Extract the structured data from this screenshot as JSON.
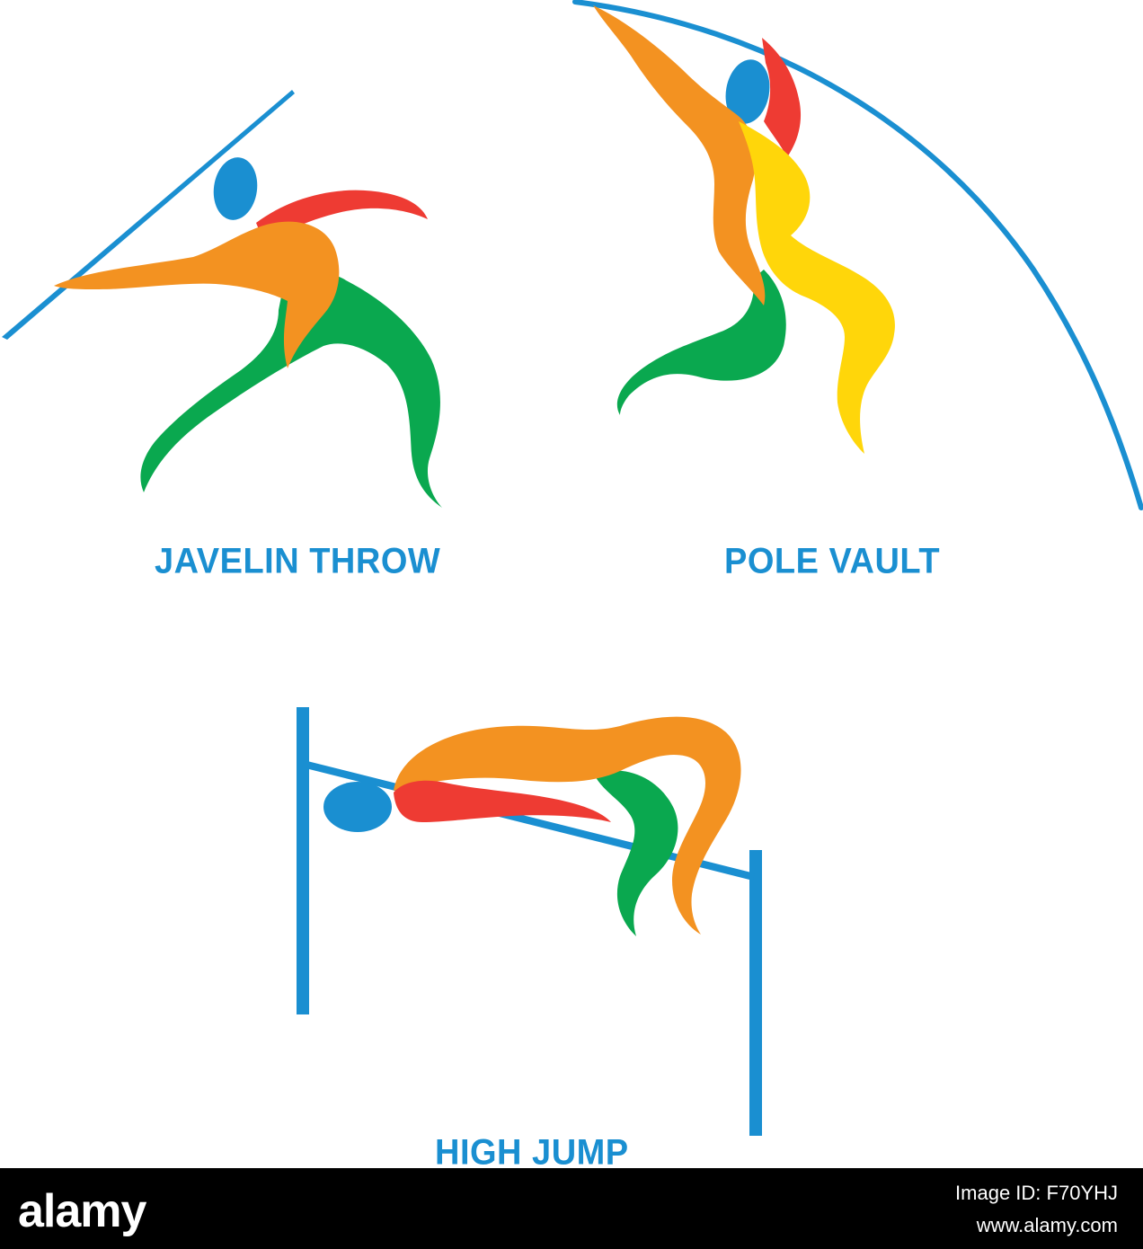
{
  "labels": {
    "javelin": "JAVELIN THROW",
    "pole_vault": "POLE VAULT",
    "high_jump": "HIGH JUMP"
  },
  "footer": {
    "logo": "alamy",
    "image_id_label": "Image ID: F70YHJ",
    "site": "www.alamy.com"
  },
  "colors": {
    "blue": "#1a8fd1",
    "orange": "#f39221",
    "green": "#0aa84f",
    "red": "#ee3b33",
    "yellow": "#ffd60a",
    "footer_bg": "#000000"
  }
}
